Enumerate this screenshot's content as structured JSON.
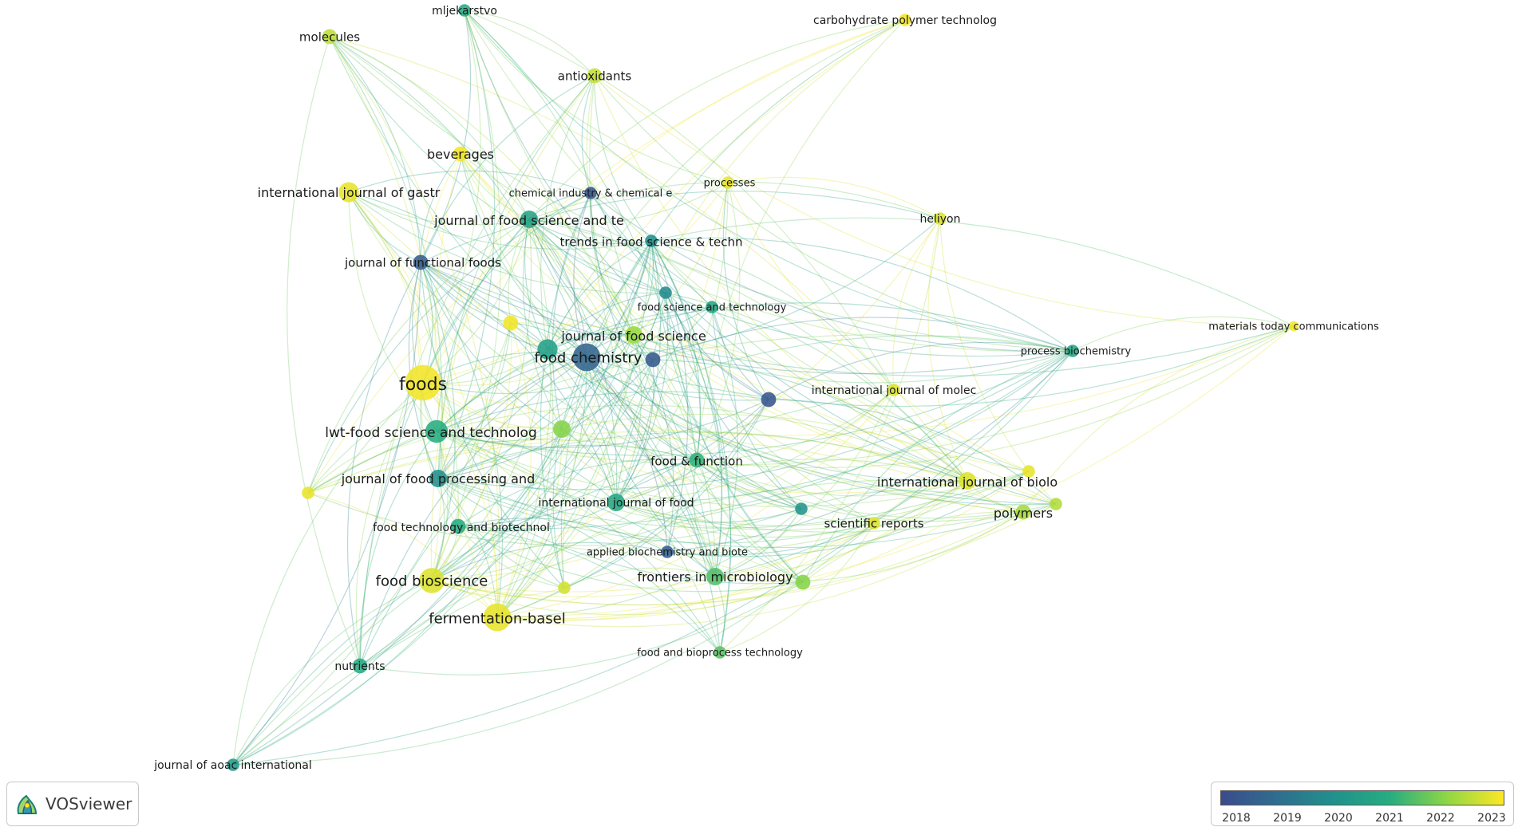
{
  "legend": {
    "ticks": [
      "2018",
      "2019",
      "2020",
      "2021",
      "2022",
      "2023"
    ],
    "colors": [
      "#3b4b8c",
      "#2f6e8e",
      "#21918c",
      "#27ad81",
      "#8fd744",
      "#fde725"
    ]
  },
  "logo": {
    "text": "VOSviewer",
    "icon": "vosviewer-logo-icon"
  },
  "nodes": [
    {
      "id": "mljekarstvo",
      "label": "mljekarstvo",
      "year": 2020.9,
      "weight": 3
    },
    {
      "id": "molecules",
      "label": "molecules",
      "year": 2022.4,
      "weight": 4
    },
    {
      "id": "carbohydrate",
      "label": "carbohydrate polymer technolog",
      "year": 2022.9,
      "weight": 3
    },
    {
      "id": "antioxidants",
      "label": "antioxidants",
      "year": 2022.5,
      "weight": 4
    },
    {
      "id": "beverages",
      "label": "beverages",
      "year": 2022.9,
      "weight": 4
    },
    {
      "id": "ijgastr",
      "label": "international journal of gastr",
      "year": 2022.8,
      "weight": 6
    },
    {
      "id": "chemind",
      "label": "chemical industry & chemical e",
      "year": 2018.3,
      "weight": 3
    },
    {
      "id": "processes",
      "label": "processes",
      "year": 2022.8,
      "weight": 3
    },
    {
      "id": "jfst",
      "label": "journal of food science and te",
      "year": 2020.6,
      "weight": 5
    },
    {
      "id": "heliyon",
      "label": "heliyon",
      "year": 2022.7,
      "weight": 3
    },
    {
      "id": "trends",
      "label": "trends in food science & techn",
      "year": 2019.9,
      "weight": 3
    },
    {
      "id": "jff",
      "label": "journal of functional foods",
      "year": 2018.5,
      "weight": 4
    },
    {
      "id": "unlabeled1",
      "label": "",
      "year": 2019.8,
      "weight": 3
    },
    {
      "id": "fst",
      "label": "food science and technology",
      "year": 2020.7,
      "weight": 3
    },
    {
      "id": "mtc",
      "label": "materials today communications",
      "year": 2022.9,
      "weight": 2
    },
    {
      "id": "unlabeled2",
      "label": "",
      "year": 2022.9,
      "weight": 4
    },
    {
      "id": "jfs",
      "label": "journal of food science",
      "year": 2022.1,
      "weight": 5
    },
    {
      "id": "foodchem",
      "label": "food chemistry",
      "year": 2018.7,
      "weight": 9
    },
    {
      "id": "unlabeled3",
      "label": "",
      "year": 2020.5,
      "weight": 6
    },
    {
      "id": "procbio",
      "label": "process biochemistry",
      "year": 2020.7,
      "weight": 3
    },
    {
      "id": "unlabeled4",
      "label": "",
      "year": 2018.4,
      "weight": 4
    },
    {
      "id": "foods",
      "label": "foods",
      "year": 2022.9,
      "weight": 12
    },
    {
      "id": "unlabeled5",
      "label": "",
      "year": 2018.3,
      "weight": 4
    },
    {
      "id": "ijmolec",
      "label": "international journal of molec",
      "year": 2022.7,
      "weight": 3
    },
    {
      "id": "lwt",
      "label": "lwt-food science and technolog",
      "year": 2021.0,
      "weight": 7
    },
    {
      "id": "unlabeled6",
      "label": "",
      "year": 2021.9,
      "weight": 5
    },
    {
      "id": "foodfunc",
      "label": "food & function",
      "year": 2021.1,
      "weight": 4
    },
    {
      "id": "unlabeled7",
      "label": "",
      "year": 2022.8,
      "weight": 3
    },
    {
      "id": "jfpp",
      "label": "journal of food processing and",
      "year": 2019.9,
      "weight": 5
    },
    {
      "id": "ijbiolo",
      "label": "international journal of biolo",
      "year": 2022.7,
      "weight": 5
    },
    {
      "id": "unlabeled8",
      "label": "",
      "year": 2022.8,
      "weight": 3
    },
    {
      "id": "ijfood",
      "label": "international journal of food",
      "year": 2020.8,
      "weight": 5
    },
    {
      "id": "unlabeled9",
      "label": "",
      "year": 2020.1,
      "weight": 3
    },
    {
      "id": "unlabeled10",
      "label": "",
      "year": 2022.3,
      "weight": 3
    },
    {
      "id": "polymers",
      "label": "polymers",
      "year": 2022.2,
      "weight": 4
    },
    {
      "id": "scirep",
      "label": "scientific reports",
      "year": 2022.7,
      "weight": 3
    },
    {
      "id": "ftb",
      "label": "food technology and biotechnol",
      "year": 2020.9,
      "weight": 4
    },
    {
      "id": "appbio",
      "label": "applied biochemistry and biote",
      "year": 2018.5,
      "weight": 3
    },
    {
      "id": "foodbio",
      "label": "food bioscience",
      "year": 2022.7,
      "weight": 8
    },
    {
      "id": "frontmicro",
      "label": "frontiers in microbiology",
      "year": 2021.4,
      "weight": 5
    },
    {
      "id": "unlabeled11",
      "label": "",
      "year": 2021.9,
      "weight": 4
    },
    {
      "id": "unlabeled12",
      "label": "",
      "year": 2022.6,
      "weight": 3
    },
    {
      "id": "ferm",
      "label": "fermentation-basel",
      "year": 2022.8,
      "weight": 9
    },
    {
      "id": "fbt",
      "label": "food and bioprocess technology",
      "year": 2021.5,
      "weight": 3
    },
    {
      "id": "nutrients",
      "label": "nutrients",
      "year": 2020.9,
      "weight": 4
    },
    {
      "id": "jaoac",
      "label": "journal of aoac international",
      "year": 2020.2,
      "weight": 3
    }
  ]
}
